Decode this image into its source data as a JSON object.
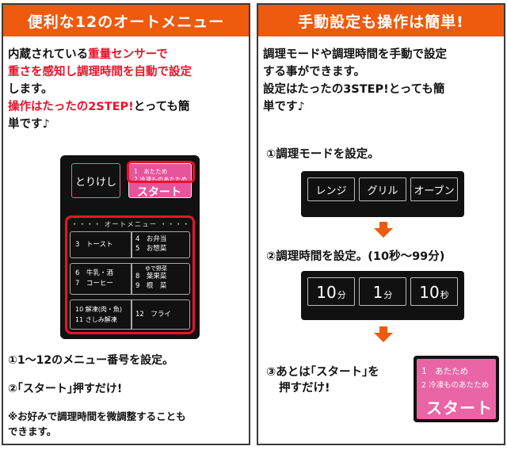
{
  "left": {
    "header": "便利な12のオートメニュー",
    "intro": {
      "p1": "内蔵されている",
      "p1_red": "重量センサーで",
      "p2_red": "重さを感知し調理時間を自動で設定",
      "p3": "します。",
      "p4_red": "操作はたったの2STEP!",
      "p4": "とっても簡",
      "p5": "単です♪"
    },
    "keypad": {
      "cancel": "とりけし",
      "start_line1": "1　あたため",
      "start_line2": "2 冷凍ものあたため",
      "start_big": "スタート",
      "menu_title": "・・・・ オートメニュー ・・・・",
      "rows": [
        {
          "a": "3　トースト",
          "b1": "4　お弁当",
          "b2": "5　お惣菜"
        },
        {
          "a1": "6　牛乳・酒",
          "a2": "7　コーヒー",
          "b1": "ゆで野菜",
          "b2": "8　葉果菜",
          "b3": "9　根　菜"
        },
        {
          "a1": "10 解凍(肉・魚)",
          "a2": "11 さしみ解凍",
          "b": "12　フライ"
        }
      ]
    },
    "note1": "①1～12のメニュー番号を設定。",
    "note2": "②｢スタート｣押すだけ!",
    "note3a": "※お好みで調理時間を微調整することも",
    "note3b": "できます。"
  },
  "right": {
    "header": "手動設定も操作は簡単!",
    "intro": {
      "l1": "調理モードや調理時間を手動で設定",
      "l2": "する事ができます。",
      "l3": "設定はたったの3STEP!とっても簡",
      "l4": "単です♪"
    },
    "step1": "①調理モードを設定。",
    "modes": [
      "レンジ",
      "グリル",
      "オーブン"
    ],
    "step2": "②調理時間を設定。(10秒～99分)",
    "times": [
      {
        "num": "10",
        "unit": "分"
      },
      {
        "num": "1",
        "unit": "分"
      },
      {
        "num": "10",
        "unit": "秒"
      }
    ],
    "step3a": "③あとは｢スタート｣を",
    "step3b": "押すだけ!",
    "start_button": {
      "line1": "1　あたため",
      "line2": "2 冷凍ものあたため",
      "label": "スタート"
    }
  },
  "colors": {
    "accent": "#ee5a0e",
    "highlight_red": "#e8132a",
    "start_pink": "#e6559b"
  }
}
